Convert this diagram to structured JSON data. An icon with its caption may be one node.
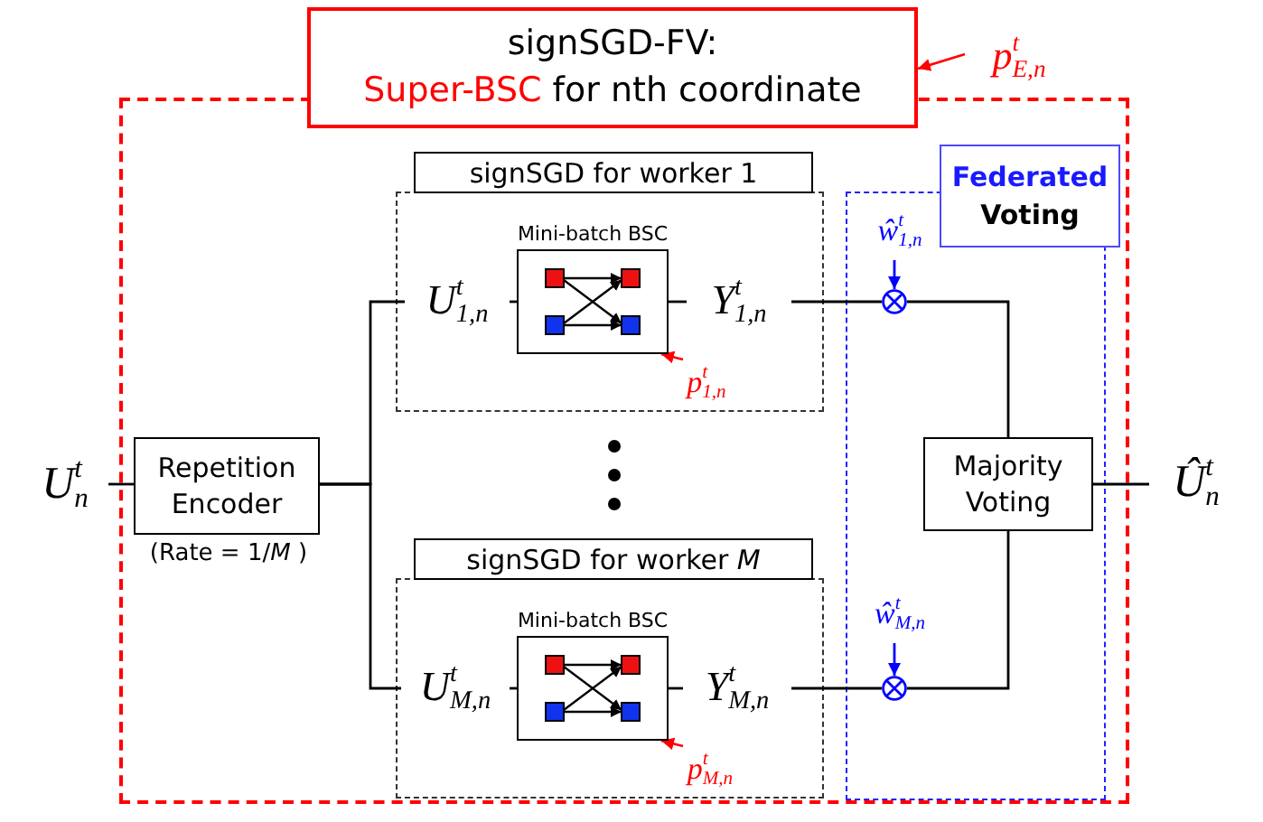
{
  "diagram": {
    "nodes": [
      {
        "text": [
          "signSGD-FV:",
          "Super-BSC",
          "for nth coordinate"
        ]
      },
      {
        "text": [],
        "shape": "box"
      },
      {
        "text": [
          "p$^{t}$$_{E,n}$"
        ]
      },
      {
        "text": [
          "U$^{t}$$_{n}$"
        ]
      },
      {
        "text": [
          "Repetition Encoder"
        ],
        "beside": [
          "(Rate = 1/*M* )"
        ],
        "in": 1
      },
      {
        "text": [
          "signSGD for worker 1"
        ],
        "in": 1
      },
      {
        "text": [
          "U$^{t}$$_{1,n}$"
        ],
        "in": 5
      },
      {
        "text": [
          "Mini-batch BSC"
        ],
        "in": 5
      },
      {
        "text": [
          "Y$^{t}$$_{1,n}$"
        ],
        "in": 5
      },
      {
        "text": [
          "p$^{t}$$_{1,n}$"
        ],
        "in": 5
      },
      {
        "text": [
          "signSGD for worker *M*"
        ],
        "in": 1
      },
      {
        "text": [
          "U$^{t}$$_{M,n}$"
        ],
        "in": 10
      },
      {
        "text": [
          "Mini-batch BSC"
        ],
        "in": 10
      },
      {
        "text": [
          "Y$^{t}$$_{M,n}$"
        ],
        "in": 10
      },
      {
        "text": [
          "p$^{t}$$_{M,n}$"
        ],
        "in": 10
      },
      {
        "text": [
          "Federated",
          "Voting"
        ],
        "in": 1
      },
      {
        "text": [
          "ŵ$^{t}$$_{1,n}$"
        ],
        "in": 15
      },
      {
        "text": [],
        "shape": "circle",
        "in": 15
      },
      {
        "text": [
          "ŵ$^{t}$$_{M,n}$"
        ],
        "in": 15
      },
      {
        "text": [],
        "shape": "circle",
        "in": 15
      },
      {
        "text": [
          "Majority Voting"
        ],
        "in": 15
      },
      {
        "text": [
          "Û$^{t}$$_{n}$"
        ]
      }
    ],
    "edges": [
      {
        "from": 2,
        "to": 0,
        "arrow": "to",
        "color": "#ff0000"
      },
      {
        "from": 3,
        "to": 4,
        "arrow": "none"
      },
      {
        "from": 4,
        "to": 6,
        "arrow": "none"
      },
      {
        "from": 4,
        "to": 11,
        "arrow": "none"
      },
      {
        "from": 6,
        "to": 7,
        "arrow": "none"
      },
      {
        "from": 7,
        "to": 8,
        "arrow": "none"
      },
      {
        "from": 9,
        "to": 7,
        "arrow": "to",
        "color": "#ff0000"
      },
      {
        "from": 8,
        "to": 17,
        "arrow": "none"
      },
      {
        "from": 16,
        "to": 17,
        "arrow": "to",
        "color": "#0000ff"
      },
      {
        "from": 17,
        "to": 20,
        "arrow": "none"
      },
      {
        "from": 11,
        "to": 12,
        "arrow": "none"
      },
      {
        "from": 12,
        "to": 13,
        "arrow": "none"
      },
      {
        "from": 14,
        "to": 12,
        "arrow": "to",
        "color": "#ff0000"
      },
      {
        "from": 13,
        "to": 19,
        "arrow": "none"
      },
      {
        "from": 18,
        "to": 19,
        "arrow": "to",
        "color": "#0000ff"
      },
      {
        "from": 19,
        "to": 20,
        "arrow": "none"
      },
      {
        "from": 20,
        "to": 21,
        "arrow": "none"
      }
    ]
  }
}
